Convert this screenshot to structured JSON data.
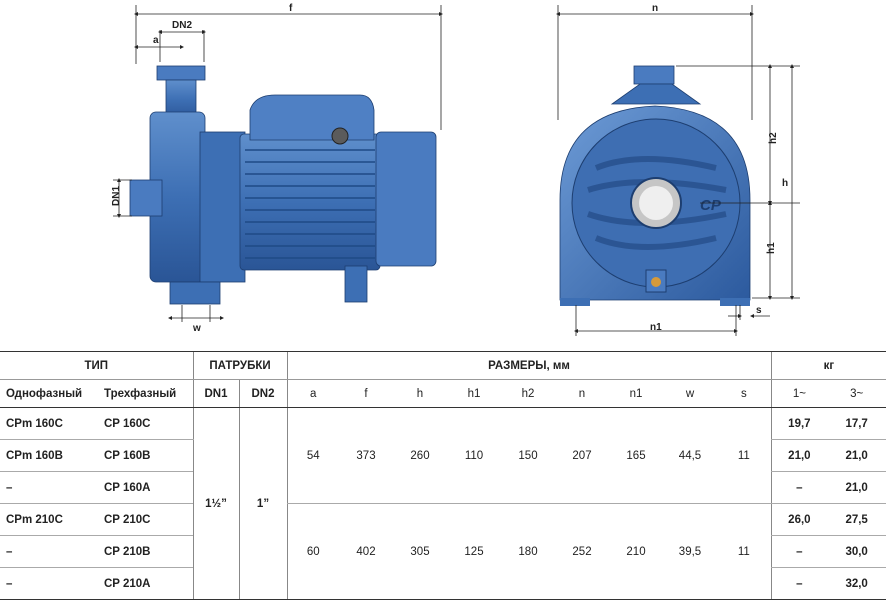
{
  "drawing_labels": {
    "f": "f",
    "dn2": "DN2",
    "a": "a",
    "dn1": "DN1",
    "w": "w",
    "n": "n",
    "h2": "h2",
    "h": "h",
    "h1": "h1",
    "n1": "n1",
    "s": "s",
    "logo": "CP"
  },
  "table": {
    "groups": {
      "tip": "ТИП",
      "patrubki": "ПАТРУБКИ",
      "razmery": "РАЗМЕРЫ, мм",
      "kg": "кг"
    },
    "subheaders": {
      "single": "Однофазный",
      "three": "Трехфазный",
      "dn1": "DN1",
      "dn2": "DN2",
      "dims": [
        "a",
        "f",
        "h",
        "h1",
        "h2",
        "n",
        "n1",
        "w",
        "s"
      ],
      "kg1": "1~",
      "kg3": "3~"
    },
    "rows": [
      {
        "single": "CPm 160C",
        "three": "CP 160C",
        "kg1": "19,7",
        "kg3": "17,7"
      },
      {
        "single": "CPm 160B",
        "three": "CP 160B",
        "kg1": "21,0",
        "kg3": "21,0"
      },
      {
        "single": "–",
        "three": "CP 160A",
        "kg1": "–",
        "kg3": "21,0"
      },
      {
        "single": "CPm 210C",
        "three": "CP 210C",
        "kg1": "26,0",
        "kg3": "27,5"
      },
      {
        "single": "–",
        "three": "CP 210B",
        "kg1": "–",
        "kg3": "30,0"
      },
      {
        "single": "–",
        "three": "CP 210A",
        "kg1": "–",
        "kg3": "32,0"
      }
    ],
    "ports": {
      "dn1": "1½”",
      "dn2": "1”"
    },
    "dims_group1": [
      "54",
      "373",
      "260",
      "110",
      "150",
      "207",
      "165",
      "44,5",
      "11"
    ],
    "dims_group2": [
      "60",
      "402",
      "305",
      "125",
      "180",
      "252",
      "210",
      "39,5",
      "11"
    ]
  }
}
